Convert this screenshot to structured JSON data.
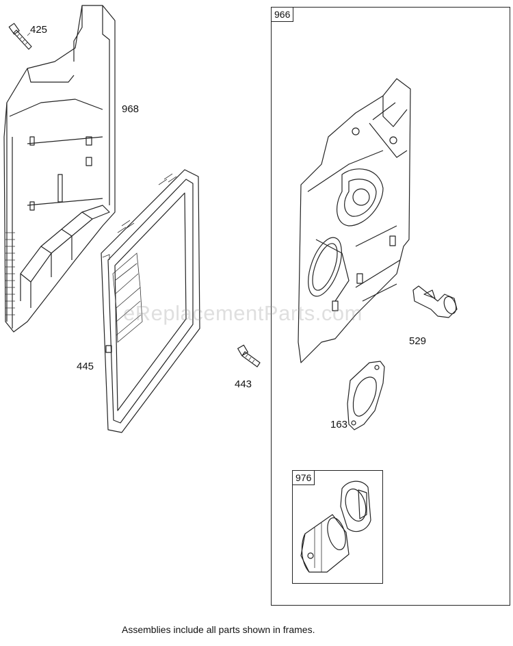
{
  "callouts": {
    "c425": "425",
    "c968": "968",
    "c445": "445",
    "c443": "443",
    "c529": "529",
    "c163": "163"
  },
  "frames": {
    "main_tag": "966",
    "inner_tag": "976"
  },
  "watermark": "eReplacementParts.com",
  "footnote": "Assemblies include all parts shown in frames."
}
